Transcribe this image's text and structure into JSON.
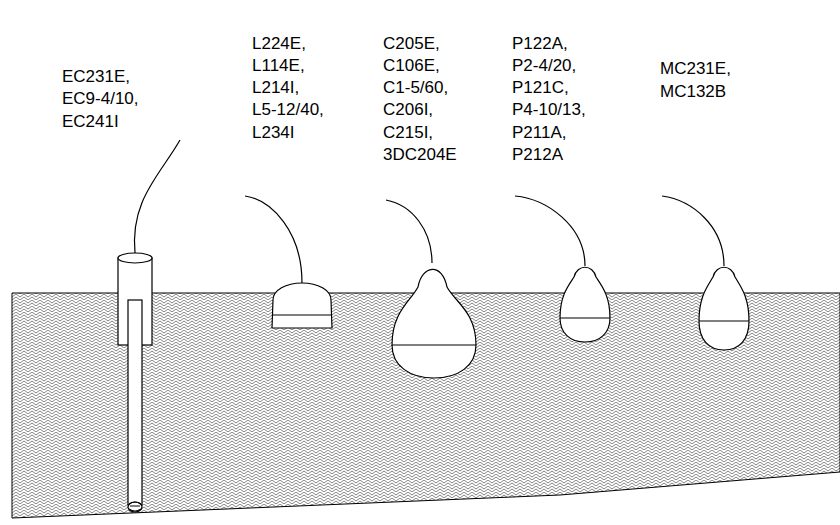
{
  "diagram": {
    "labels": [
      "EC231E,",
      "EC9-4/10,",
      "EC241I",
      "L224E,",
      "L114E,",
      "L214I,",
      "L5-12/40,",
      "L234I",
      "C205E,",
      "C106E,",
      "C1-5/60,",
      "C206I,",
      "C215I,",
      "3DC204E",
      "P122A,",
      "P2-4/20,",
      "P121C,",
      "P4-10/13,",
      "P211A,",
      "P212A",
      "MC231E,",
      "MC132B"
    ]
  }
}
